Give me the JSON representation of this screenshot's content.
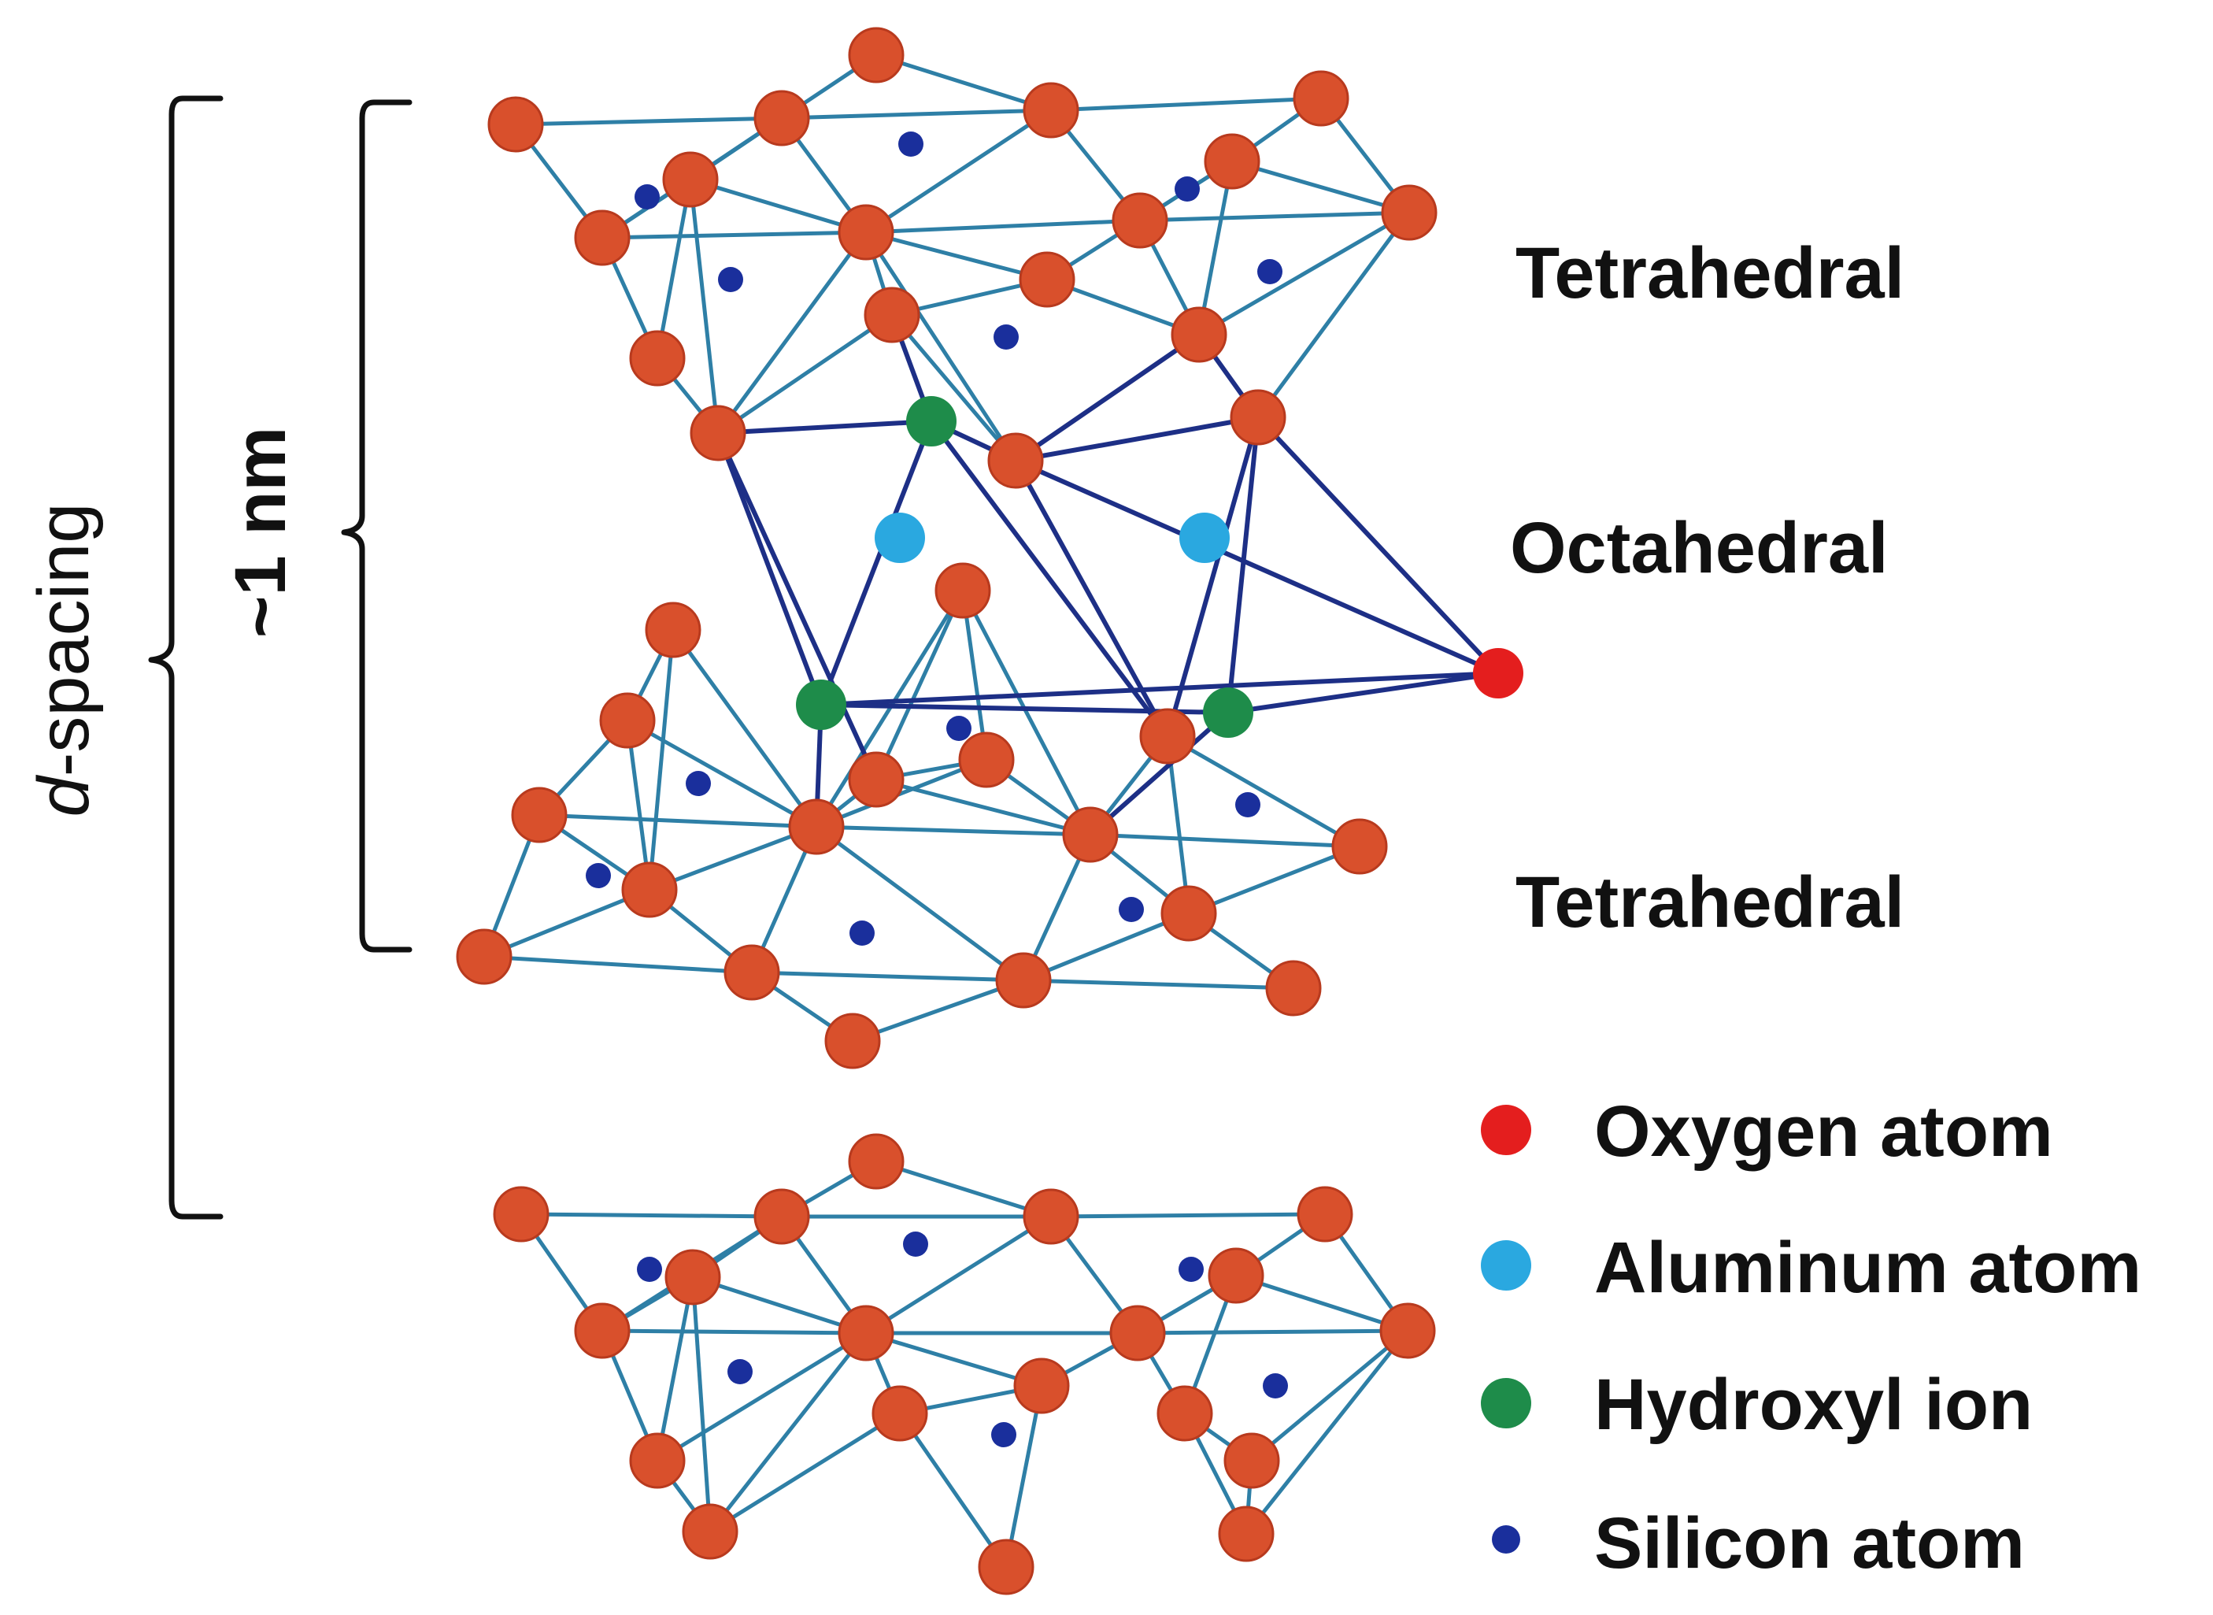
{
  "labels": {
    "top_layer": "Tetrahedral",
    "middle_layer": "Octahedral",
    "bottom_layer": "Tetrahedral",
    "inner_spacing": "~1 nm",
    "d_spacing_italic": "d",
    "d_spacing_rest": "-spacing"
  },
  "legend": [
    {
      "label": "Oxygen atom",
      "color": "#e41e1e",
      "kind": "oxygen"
    },
    {
      "label": "Aluminum atom",
      "color": "#2aa8e0",
      "kind": "aluminum"
    },
    {
      "label": "Hydroxyl ion",
      "color": "#1e8c4a",
      "kind": "hydroxyl"
    },
    {
      "label": "Silicon atom",
      "color": "#1a2f9c",
      "kind": "silicon"
    }
  ],
  "colors": {
    "oxygen_sheet": "#d9502c",
    "oxygen_legend": "#e41e1e",
    "aluminum": "#2aa8e0",
    "hydroxyl": "#1e8c4a",
    "silicon": "#1a2f9c"
  }
}
